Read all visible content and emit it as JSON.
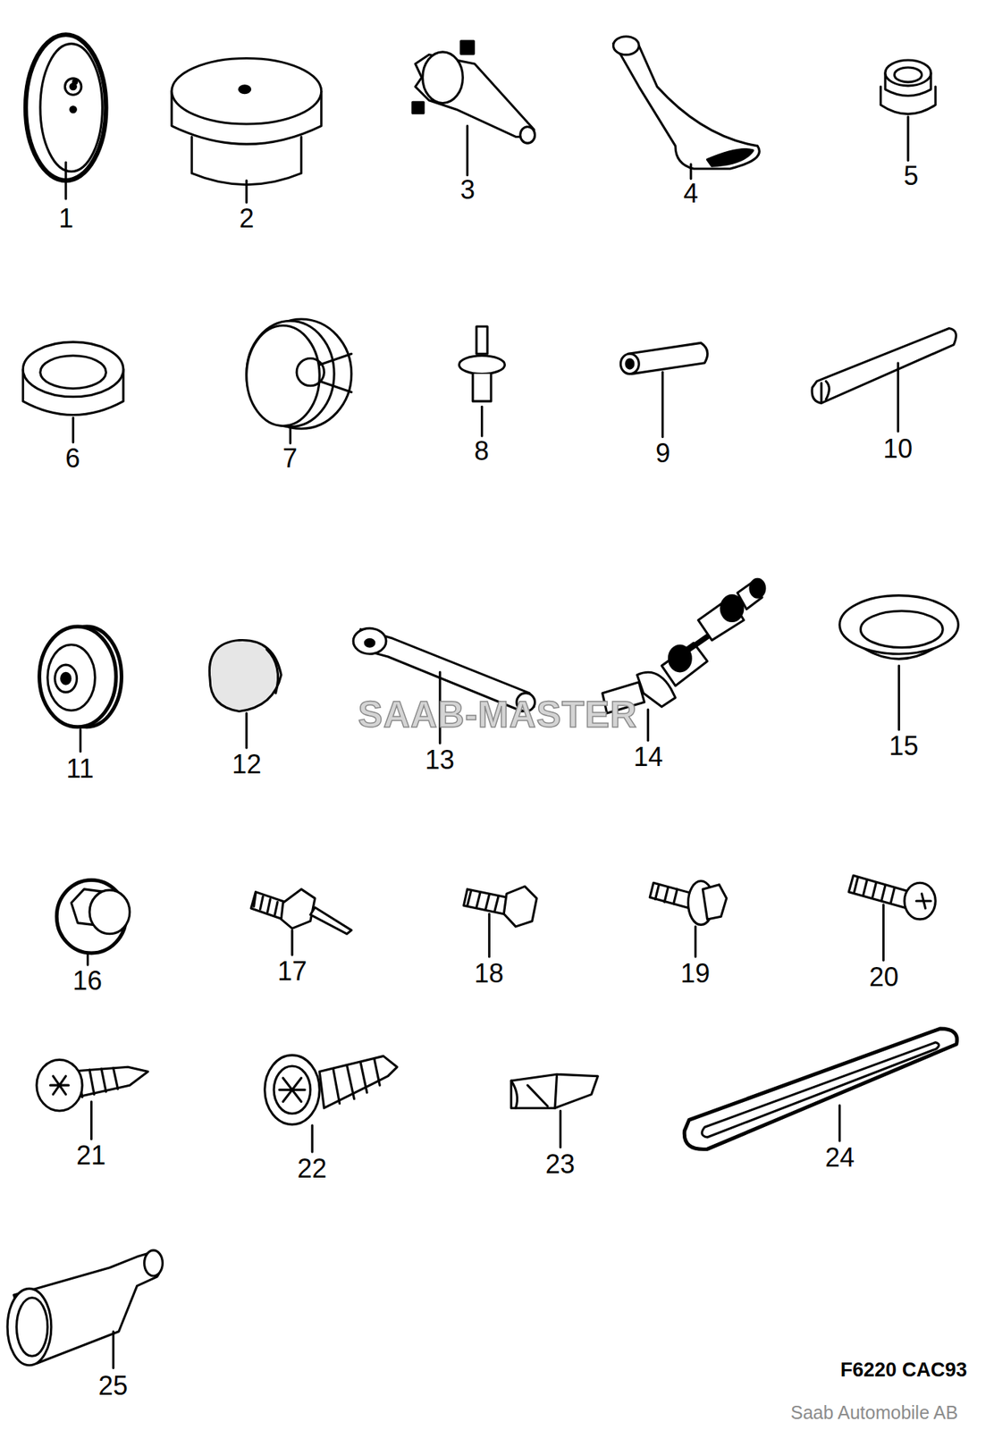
{
  "diagram": {
    "labels": [
      "1",
      "2",
      "3",
      "4",
      "5",
      "6",
      "7",
      "8",
      "9",
      "10",
      "11",
      "12",
      "13",
      "SAAB-MASTER",
      "14",
      "15",
      "16",
      "17",
      "18",
      "19",
      "20",
      "21",
      "22",
      "23",
      "24",
      "25",
      "F6220 CAC93",
      "Saab Automobile AB"
    ]
  }
}
